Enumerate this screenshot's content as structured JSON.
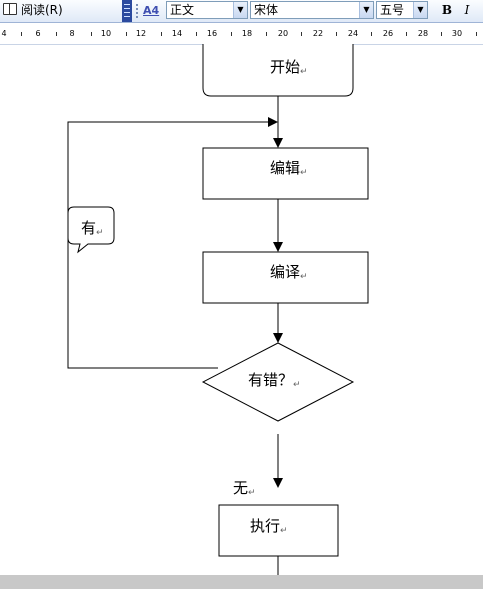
{
  "toolbar": {
    "read_label": "阅读(R)",
    "style_icon_label": "A4",
    "style_value": "正文",
    "font_value": "宋体",
    "size_value": "五号",
    "bold_label": "B",
    "italic_label": "I"
  },
  "ruler": {
    "labels": [
      "4",
      "6",
      "8",
      "10",
      "12",
      "14",
      "16",
      "18",
      "20",
      "22",
      "24",
      "26",
      "28",
      "30"
    ]
  },
  "flowchart": {
    "start": "开始",
    "edit": "编辑",
    "compile": "编译",
    "decision": "有错？",
    "yes_label": "有",
    "no_label": "无",
    "execute": "执行",
    "paragraph_mark": "↵"
  }
}
